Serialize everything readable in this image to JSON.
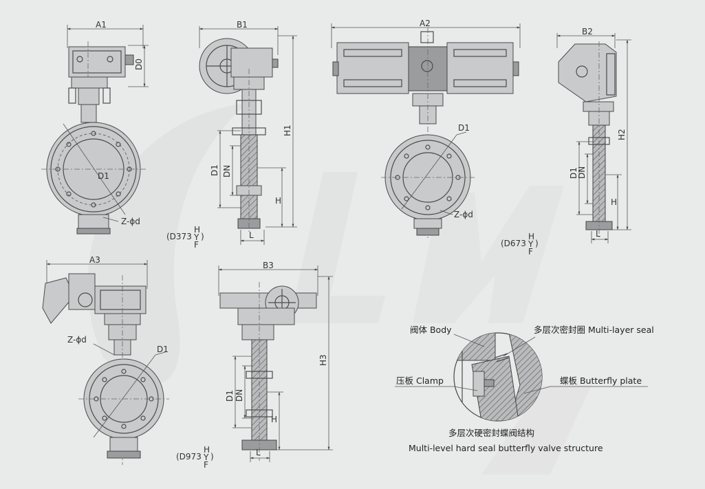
{
  "view1": {
    "width_label": "A1",
    "height_label": "D0",
    "diameter_label": "D1",
    "bolt_label": "Z-ϕd",
    "model_label": "(D373",
    "model_sup": "H",
    "model_mid": "Y",
    "model_sub": "F",
    "model_close": ")"
  },
  "view2": {
    "width_label": "B1",
    "height_label": "H1",
    "d1_label": "D1",
    "dn_label": "DN",
    "h_label": "H",
    "l_label": "L"
  },
  "view3": {
    "width_label": "A2",
    "diameter_label": "D1",
    "bolt_label": "Z-ϕd"
  },
  "view4": {
    "width_label": "B2",
    "height_label": "H2",
    "d1_label": "D1",
    "dn_label": "DN",
    "h_label": "H",
    "l_label": "L",
    "model_label": "(D673",
    "model_sup": "H",
    "model_mid": "Y",
    "model_sub": "F",
    "model_close": ")"
  },
  "view5": {
    "width_label": "A3",
    "bolt_label": "Z-ϕd",
    "diameter_label": "D1"
  },
  "view6": {
    "width_label": "B3",
    "height_label": "H3",
    "d1_label": "D1",
    "dn_label": "DN",
    "h_label": "H",
    "l_label": "L",
    "model_label": "(D973",
    "model_sup": "H",
    "model_mid": "Y",
    "model_sub": "F",
    "model_close": ")"
  },
  "detail": {
    "body_label": "阀体 Body",
    "seal_label": "多层次密封圈 Multi-layer seal",
    "clamp_label": "压板 Clamp",
    "plate_label": "蝶板 Butterfly plate",
    "caption_cn": "多层次硬密封蝶阀结构",
    "caption_en": "Multi-level hard seal butterfly valve structure"
  }
}
